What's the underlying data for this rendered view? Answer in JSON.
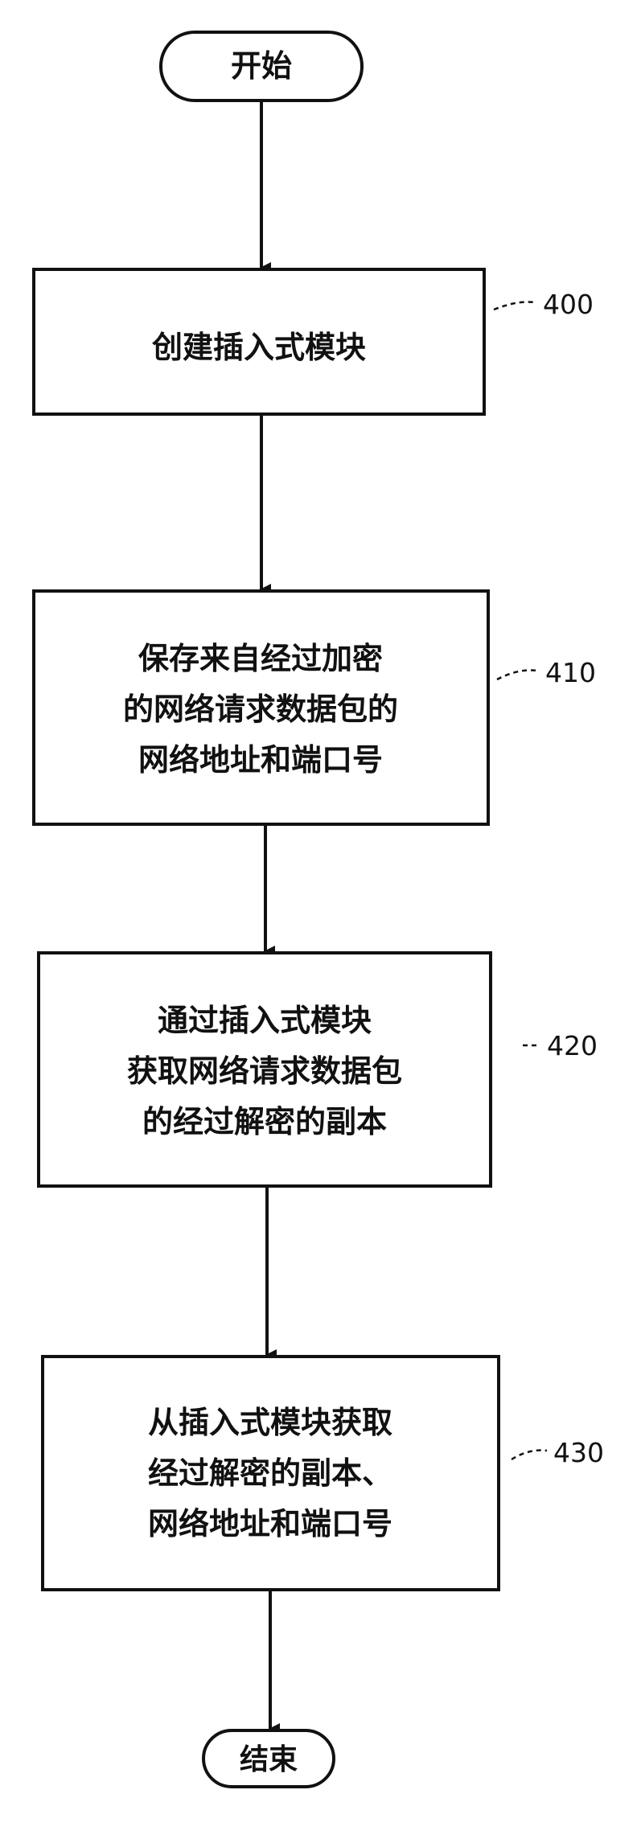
{
  "flowchart": {
    "start": "开始",
    "end": "结束",
    "steps": [
      {
        "ref": "400",
        "lines": [
          "创建插入式模块"
        ]
      },
      {
        "ref": "410",
        "lines": [
          "保存来自经过加密",
          "的网络请求数据包的",
          "网络地址和端口号"
        ]
      },
      {
        "ref": "420",
        "lines": [
          "通过插入式模块",
          "获取网络请求数据包",
          "的经过解密的副本"
        ]
      },
      {
        "ref": "430",
        "lines": [
          "从插入式模块获取",
          "经过解密的副本、",
          "网络地址和端口号"
        ]
      }
    ]
  },
  "colors": {
    "ink": "#111111",
    "background": "#ffffff"
  }
}
